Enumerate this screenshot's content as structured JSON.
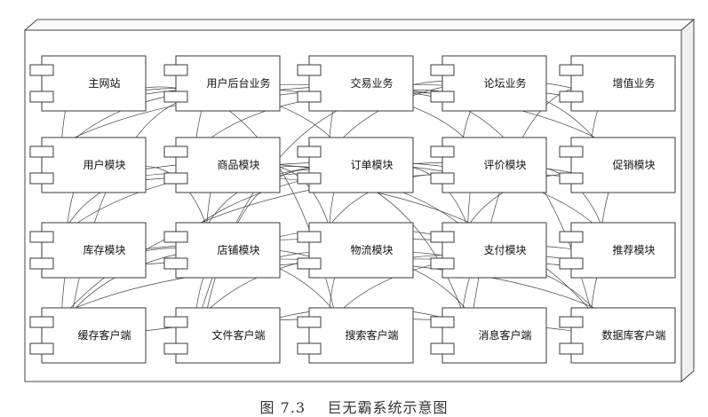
{
  "diagram": {
    "modules": [
      [
        {
          "name": "主网站"
        },
        {
          "name": "用户后台业务"
        },
        {
          "name": "交易业务"
        },
        {
          "name": "论坛业务"
        },
        {
          "name": "增值业务"
        }
      ],
      [
        {
          "name": "用户模块"
        },
        {
          "name": "商品模块"
        },
        {
          "name": "订单模块"
        },
        {
          "name": "评价模块"
        },
        {
          "name": "促销模块"
        }
      ],
      [
        {
          "name": "库存模块"
        },
        {
          "name": "店铺模块"
        },
        {
          "name": "物流模块"
        },
        {
          "name": "支付模块"
        },
        {
          "name": "推荐模块"
        }
      ],
      [
        {
          "name": "缓存客户端"
        },
        {
          "name": "文件客户端"
        },
        {
          "name": "搜索客户端"
        },
        {
          "name": "消息客户端"
        },
        {
          "name": "数据库客户端"
        }
      ]
    ]
  },
  "caption": {
    "figure_no": "图 7.3",
    "title": "巨无霸系统示意图"
  },
  "colors": {
    "stroke": "#3a3a3a",
    "fill": "#ffffff",
    "arrow": "#444444"
  }
}
